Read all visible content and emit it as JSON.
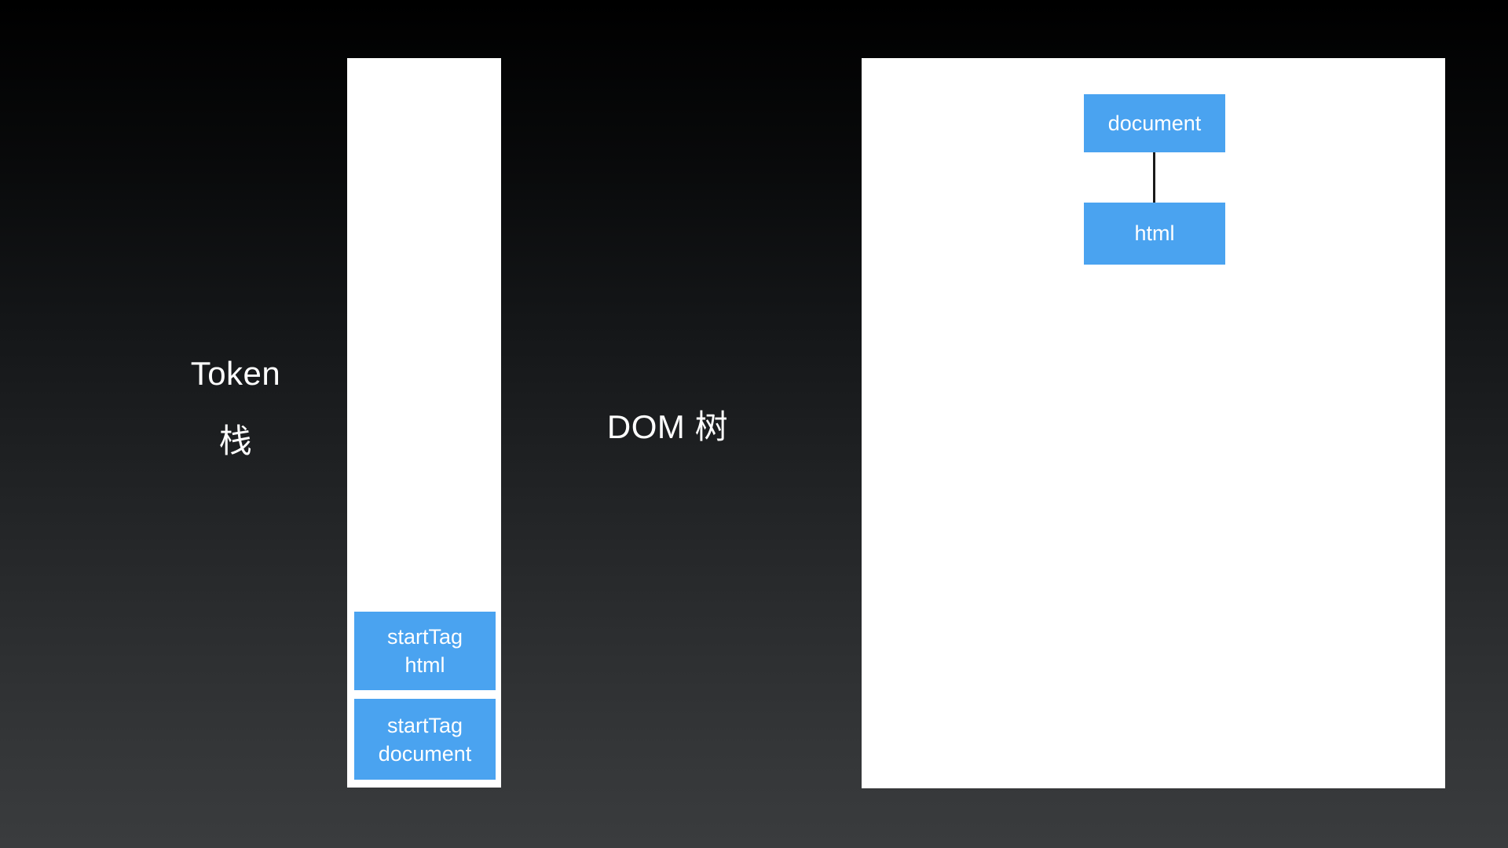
{
  "slide": {
    "background": {
      "top_color": "#000000",
      "bottom_color": "#3a3c3e"
    },
    "accent_color": "#4aa3f0",
    "panel_color": "#ffffff",
    "text_color": "#ffffff",
    "edge_color": "#1a1a1a"
  },
  "token_stack": {
    "label_line1": "Token",
    "label_line2": "栈",
    "items": [
      {
        "line1": "startTag",
        "line2": "html"
      },
      {
        "line1": "startTag",
        "line2": "document"
      }
    ]
  },
  "dom_tree": {
    "label": "DOM 树",
    "nodes": [
      {
        "label": "document"
      },
      {
        "label": "html"
      }
    ],
    "edges": [
      {
        "from": "document",
        "to": "html"
      }
    ]
  }
}
